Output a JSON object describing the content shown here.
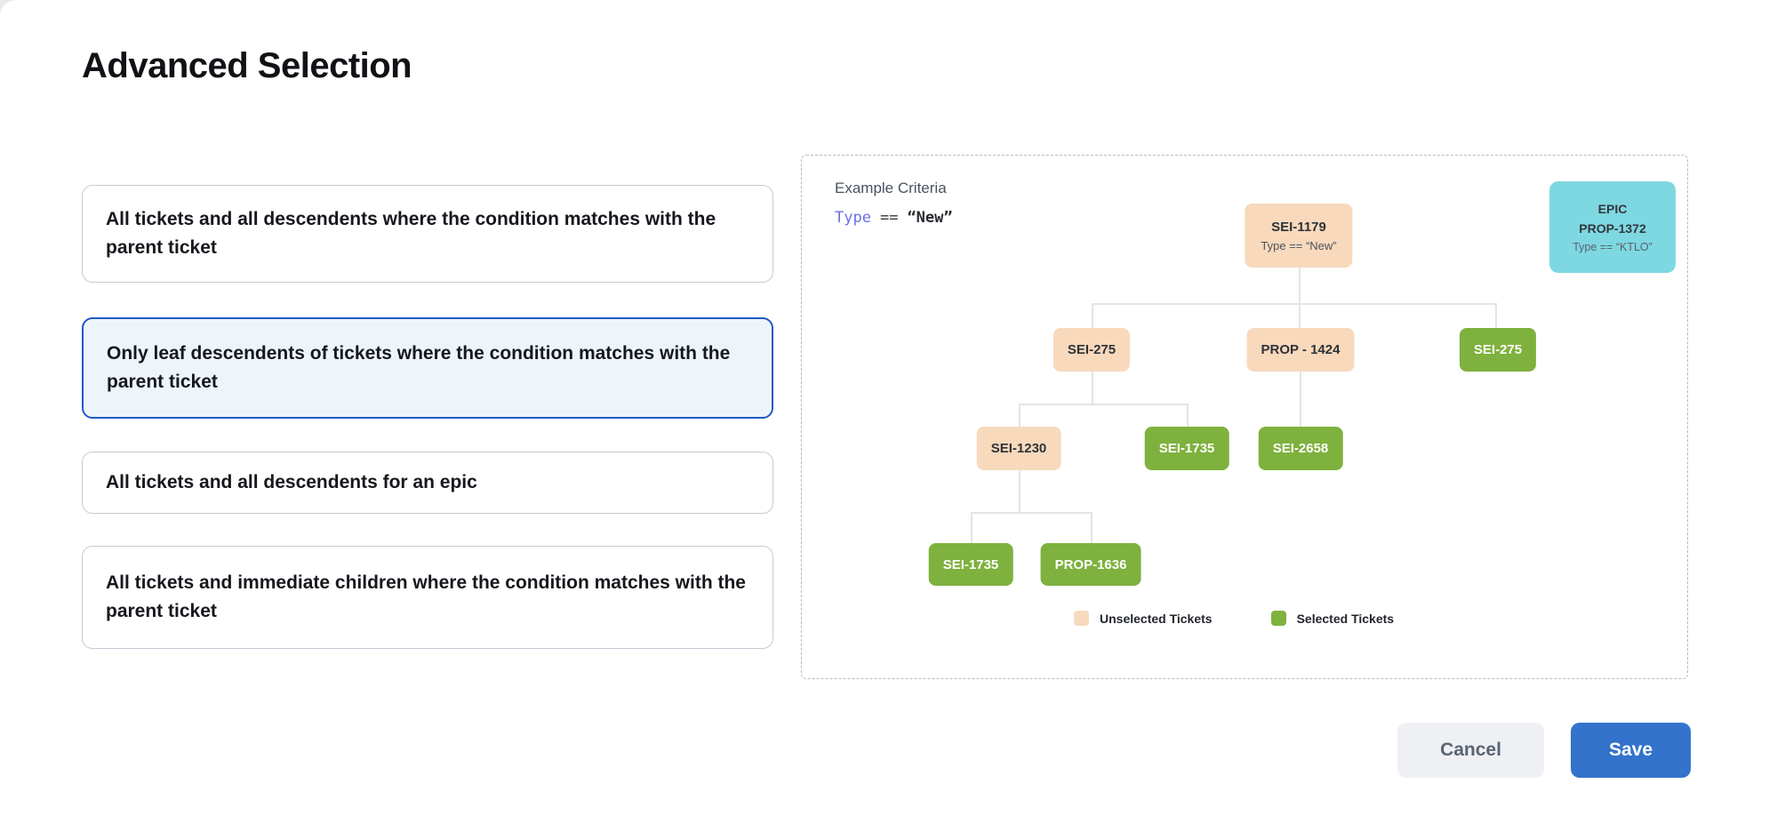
{
  "page": {
    "title": "Advanced Selection"
  },
  "options": [
    {
      "label": "All tickets and all descendents where the condition matches with the parent ticket",
      "selected": false
    },
    {
      "label": "Only leaf descendents of tickets where the condition matches with the parent ticket",
      "selected": true
    },
    {
      "label": "All tickets and all descendents for an epic",
      "selected": false
    },
    {
      "label": "All tickets and immediate children where the condition matches with the parent ticket",
      "selected": false
    }
  ],
  "example": {
    "heading": "Example Criteria",
    "criteria": {
      "field": "Type",
      "operator": "==",
      "value": "“New”"
    },
    "epic_card": {
      "type_label": "EPIC",
      "id": "PROP-1372",
      "condition": "Type == “KTLO”"
    },
    "tree": {
      "nodes": [
        {
          "id": "SEI-1179",
          "condition": "Type == “New”",
          "state": "unselected"
        },
        {
          "id": "SEI-275",
          "condition": "",
          "state": "unselected"
        },
        {
          "id": "PROP - 1424",
          "condition": "",
          "state": "unselected"
        },
        {
          "id": "SEI-275",
          "condition": "",
          "state": "selected"
        },
        {
          "id": "SEI-1230",
          "condition": "",
          "state": "unselected"
        },
        {
          "id": "SEI-1735",
          "condition": "",
          "state": "selected"
        },
        {
          "id": "SEI-2658",
          "condition": "",
          "state": "selected"
        },
        {
          "id": "SEI-1735",
          "condition": "",
          "state": "selected"
        },
        {
          "id": "PROP-1636",
          "condition": "",
          "state": "selected"
        }
      ]
    },
    "legend": [
      {
        "label": "Unselected Tickets",
        "color": "#f8d9bc"
      },
      {
        "label": "Selected Tickets",
        "color": "#7eb13d"
      }
    ]
  },
  "footer": {
    "cancel_label": "Cancel",
    "save_label": "Save"
  },
  "colors": {
    "accent_blue": "#3373cb",
    "selected_border": "#2257c5",
    "selected_bg": "#edf5fb",
    "unselected_ticket": "#f8d9bc",
    "selected_ticket": "#7eb13d",
    "epic_card": "#7ed8e1",
    "criteria_field": "#6e6fe3"
  }
}
